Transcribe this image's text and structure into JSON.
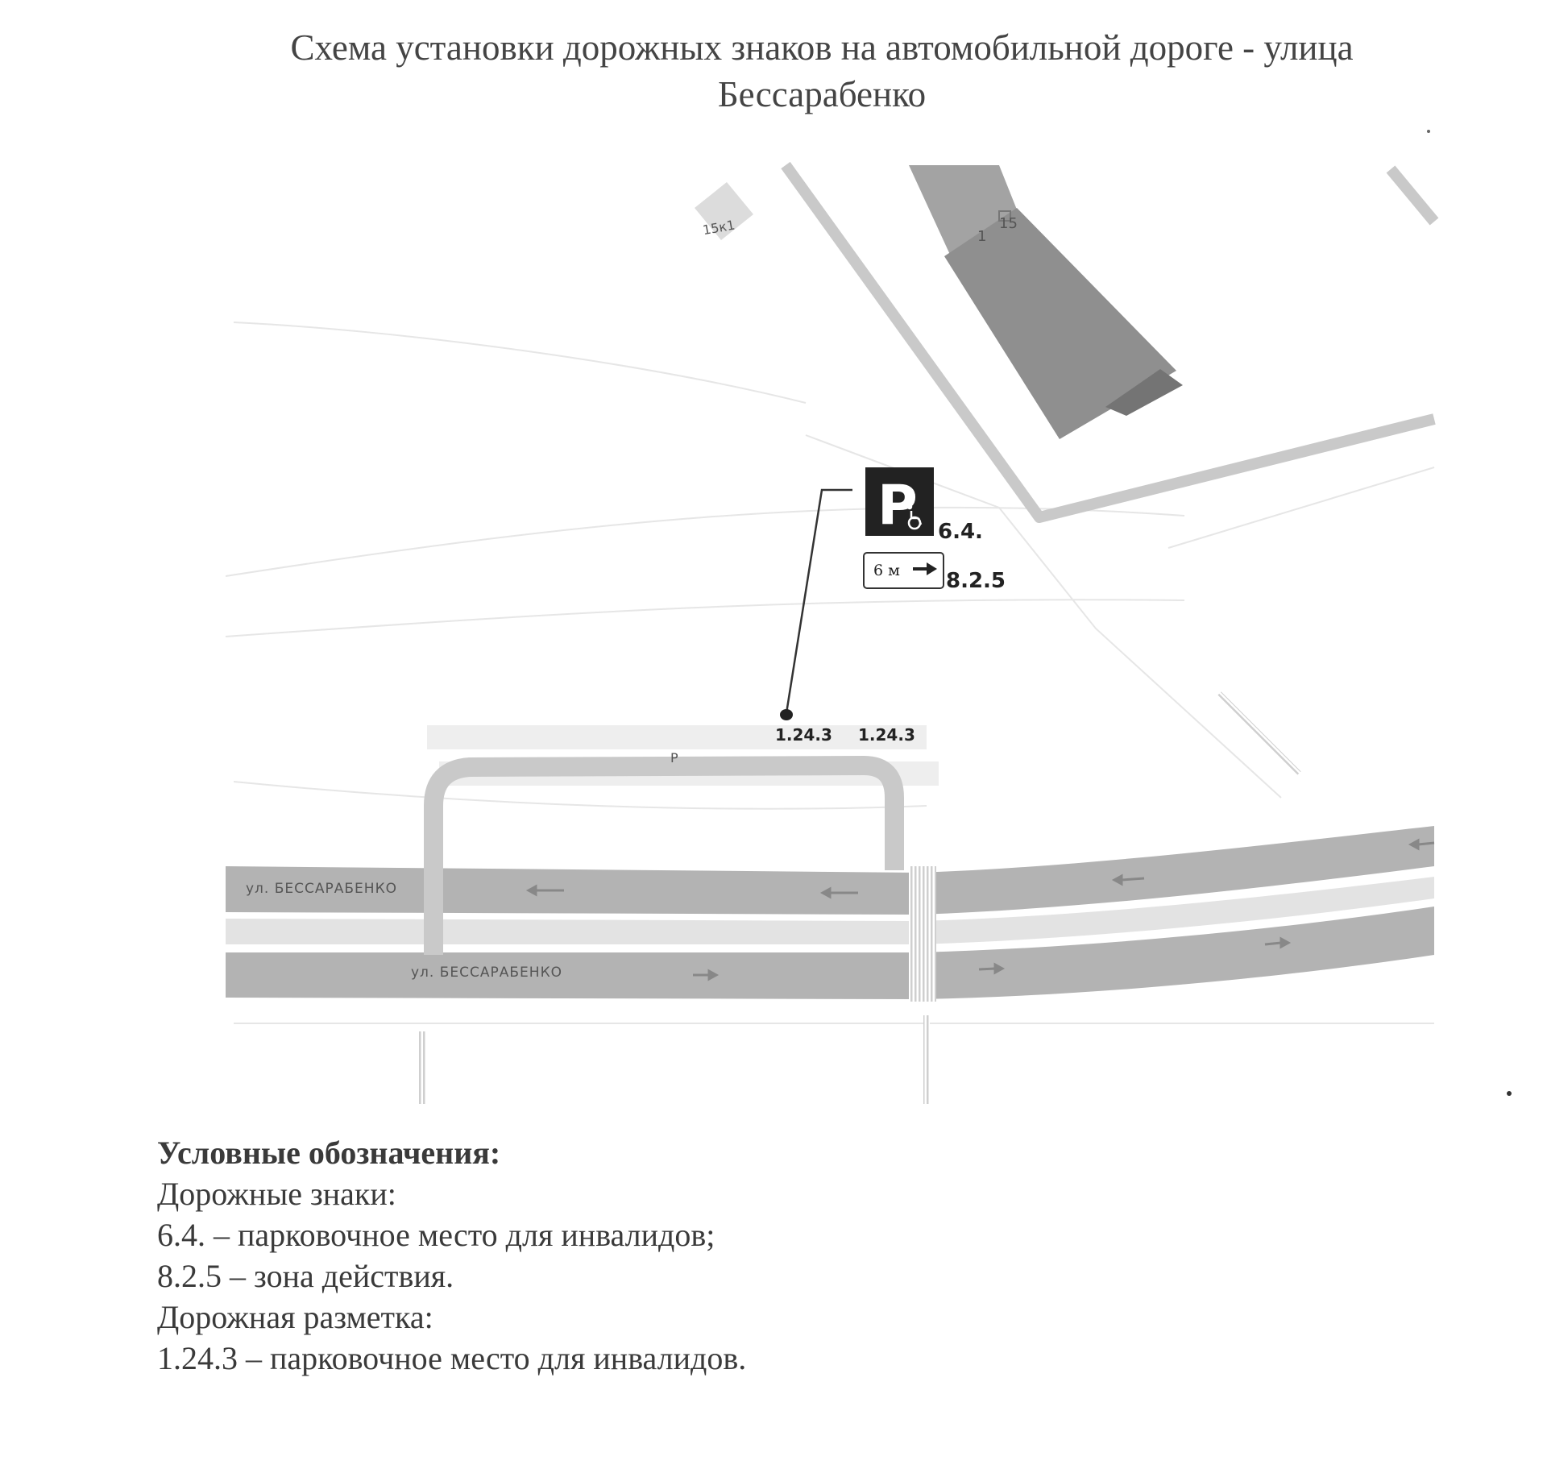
{
  "title": {
    "line1": "Схема установки дорожных знаков на автомобильной дороге  - улица",
    "line2": "Бессарабенко"
  },
  "map": {
    "building_labels": [
      "15к1",
      "15",
      "1"
    ],
    "street_labels": [
      "ул. БЕССАРАБЕНКО",
      "ул. БЕССАРАБЕНКО"
    ],
    "parking_letter": "P",
    "sign_6_4": {
      "glyph": "P",
      "code": "6.4."
    },
    "sign_8_2_5": {
      "text": "6 м",
      "code": "8.2.5"
    },
    "marking_labels": [
      "1.24.3",
      "1.24.3"
    ]
  },
  "legend": {
    "heading": "Условные обозначения:",
    "signs_heading": "Дорожные знаки:",
    "sign_6_4": "6.4. – парковочное место для инвалидов;",
    "sign_8_2_5": "8.2.5 – зона действия.",
    "markings_heading": "Дорожная разметка:",
    "marking_1_24_3": "1.24.3 – парковочное место для инвалидов."
  }
}
